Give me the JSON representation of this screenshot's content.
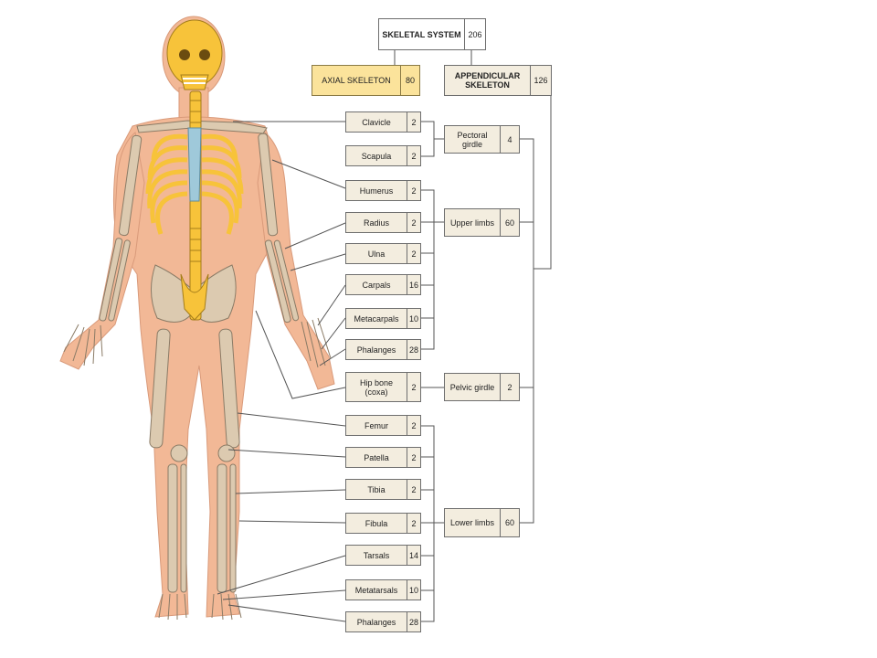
{
  "top": {
    "skeletal": {
      "label": "SKELETAL SYSTEM",
      "count": "206"
    },
    "axial": {
      "label": "AXIAL SKELETON",
      "count": "80"
    },
    "appendicular": {
      "label": "APPENDICULAR SKELETON",
      "count": "126"
    }
  },
  "bones": [
    {
      "label": "Clavicle",
      "count": "2"
    },
    {
      "label": "Scapula",
      "count": "2"
    },
    {
      "label": "Humerus",
      "count": "2"
    },
    {
      "label": "Radius",
      "count": "2"
    },
    {
      "label": "Ulna",
      "count": "2"
    },
    {
      "label": "Carpals",
      "count": "16"
    },
    {
      "label": "Metacarpals",
      "count": "10"
    },
    {
      "label": "Phalanges",
      "count": "28"
    },
    {
      "label": "Hip bone (coxa)",
      "count": "2"
    },
    {
      "label": "Femur",
      "count": "2"
    },
    {
      "label": "Patella",
      "count": "2"
    },
    {
      "label": "Tibia",
      "count": "2"
    },
    {
      "label": "Fibula",
      "count": "2"
    },
    {
      "label": "Tarsals",
      "count": "14"
    },
    {
      "label": "Metatarsals",
      "count": "10"
    },
    {
      "label": "Phalanges",
      "count": "28"
    }
  ],
  "groups": [
    {
      "label": "Pectoral girdle",
      "count": "4"
    },
    {
      "label": "Upper limbs",
      "count": "60"
    },
    {
      "label": "Pelvic girdle",
      "count": "2"
    },
    {
      "label": "Lower limbs",
      "count": "60"
    }
  ],
  "colors": {
    "skin": "#f2b896",
    "bone": "#dccab0",
    "axial_bone": "#f7c33a",
    "cartilage": "#9fc9da",
    "axial_box": "#fbe39b",
    "box_fill": "#f3eddf"
  }
}
